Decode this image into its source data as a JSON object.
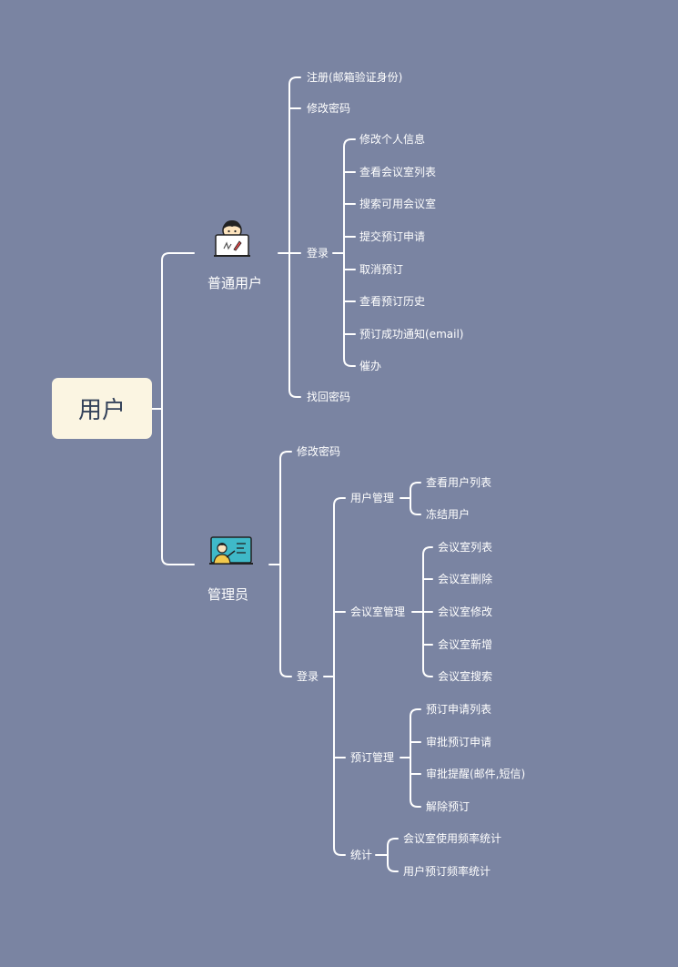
{
  "root": {
    "label": "用户"
  },
  "user": {
    "label": "普通用户",
    "icon": "user-at-laptop-icon",
    "register": "注册(邮箱验证身份)",
    "change_password": "修改密码",
    "login": {
      "label": "登录",
      "items": [
        "修改个人信息",
        "查看会议室列表",
        "搜索可用会议室",
        "提交预订申请",
        "取消预订",
        "查看预订历史",
        "预订成功通知(email)",
        "催办"
      ]
    },
    "recover_password": "找回密码"
  },
  "admin": {
    "label": "管理员",
    "icon": "presenter-at-board-icon",
    "change_password": "修改密码",
    "login": {
      "label": "登录",
      "user_mgmt": {
        "label": "用户管理",
        "items": [
          "查看用户列表",
          "冻结用户"
        ]
      },
      "room_mgmt": {
        "label": "会议室管理",
        "items": [
          "会议室列表",
          "会议室删除",
          "会议室修改",
          "会议室新增",
          "会议室搜索"
        ]
      },
      "booking_mgmt": {
        "label": "预订管理",
        "items": [
          "预订申请列表",
          "审批预订申请",
          "审批提醒(邮件,短信)",
          "解除预订"
        ]
      },
      "stats": {
        "label": "统计",
        "items": [
          "会议室使用频率统计",
          "用户预订频率统计"
        ]
      }
    }
  },
  "colors": {
    "background": "#7a84a2",
    "root_fill": "#fbf5e2",
    "root_text": "#34425a",
    "line": "#ffffff"
  }
}
